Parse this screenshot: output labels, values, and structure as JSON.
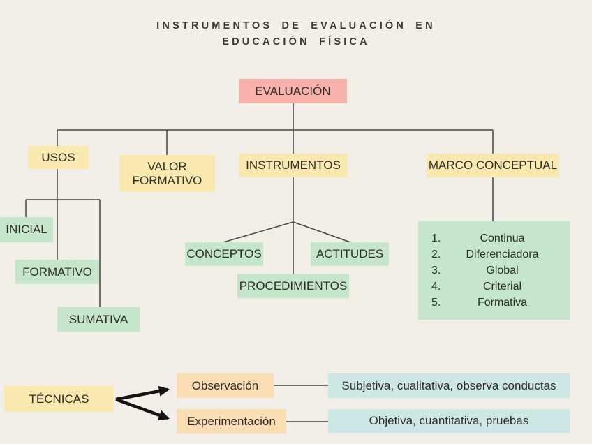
{
  "title": {
    "line1": "INSTRUMENTOS DE EVALUACIÓN EN",
    "line2": "EDUCACIÓN FÍSICA"
  },
  "nodes": {
    "evaluacion": "EVALUACIÓN",
    "usos": "USOS",
    "valor_formativo": "VALOR FORMATIVO",
    "instrumentos": "INSTRUMENTOS",
    "marco_conceptual": "MARCO CONCEPTUAL",
    "inicial": "INICIAL",
    "formativo": "FORMATIVO",
    "sumativa": "SUMATIVA",
    "conceptos": "CONCEPTOS",
    "actitudes": "ACTITUDES",
    "procedimientos": "PROCEDIMIENTOS",
    "tecnicas": "TÉCNICAS",
    "observacion": "Observación",
    "experimentacion": "Experimentación",
    "observacion_desc": "Subjetiva, cualitativa, observa conductas",
    "experimentacion_desc": "Objetiva, cuantitativa, pruebas"
  },
  "marco_list": [
    {
      "num": "1.",
      "label": "Continua"
    },
    {
      "num": "2.",
      "label": "Diferenciadora"
    },
    {
      "num": "3.",
      "label": "Global"
    },
    {
      "num": "4.",
      "label": "Criterial"
    },
    {
      "num": "5.",
      "label": "Formativa"
    }
  ],
  "colors": {
    "background": "#f2efe8",
    "pink": "#f8b2ab",
    "yellow": "#f9e9ae",
    "green": "#c6e6cb",
    "orange": "#fbddb4",
    "blue": "#cde8e4",
    "line": "#454545",
    "arrow": "#141414",
    "text": "#2e2c29"
  }
}
